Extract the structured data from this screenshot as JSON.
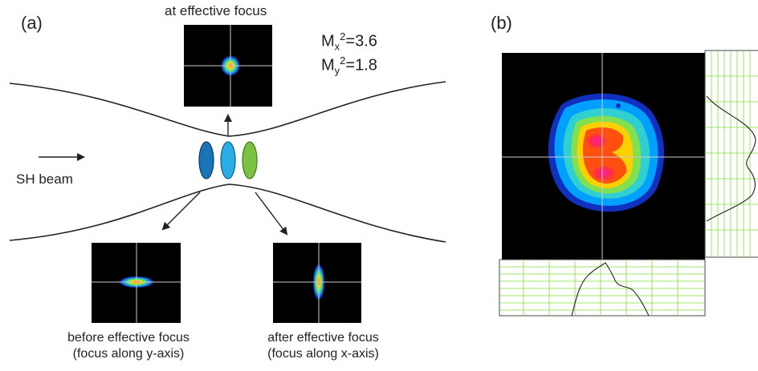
{
  "panel_a": {
    "label": "(a)",
    "top_caption": "at effective focus",
    "mx_prefix": "M",
    "mx_sub": "x",
    "mx_sup": "2",
    "mx_value": "=3.6",
    "my_prefix": "M",
    "my_sub": "y",
    "my_sup": "2",
    "my_value": "=1.8",
    "beam_label": "SH beam",
    "before_line1": "before effective focus",
    "before_line2": "(focus along y-axis)",
    "after_line1": "after effective focus",
    "after_line2": "(focus along x-axis)",
    "ellipse_colors": [
      "#1a75b8",
      "#29aee6",
      "#7cc242"
    ]
  },
  "panel_b": {
    "label": "(b)"
  },
  "colors": {
    "profile_grid": "#7fdc3a",
    "background": "#000000",
    "crosshair": "#bbbbbb"
  }
}
